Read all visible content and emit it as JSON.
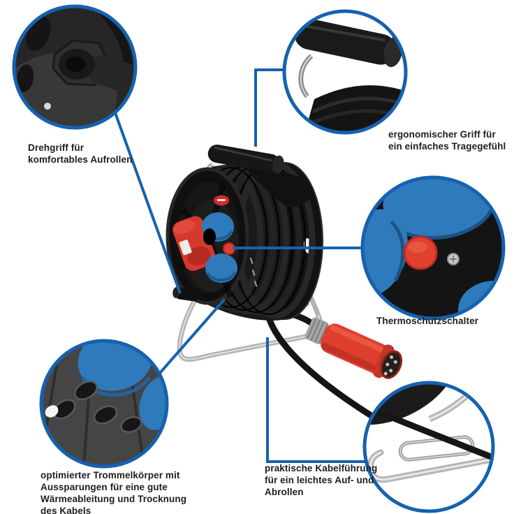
{
  "callouts": {
    "crank": {
      "label": "Drehgriff für\nkomfortables Aufrollen"
    },
    "handle": {
      "label": "ergonomischer Griff für\nein einfaches Tragegefühl"
    },
    "thermal": {
      "label": "Thermoschutzschalter"
    },
    "drum": {
      "label": "optimierter Trommelkörper mit\nAussparungen für eine gute\nWärmeableitung und Trocknung\ndes Kabels"
    },
    "cable_guide": {
      "label": "praktische Kabelführung\nfür ein leichtes Auf- und\nAbrollen"
    }
  },
  "colors": {
    "accent_blue": "#1562ae",
    "socket_blue": "#2e7abc",
    "plug_red": "#dd3e2e",
    "button_red": "#e2402f",
    "reel_black": "#141414",
    "drum_gray": "#454545",
    "chrome": "#b5b5b5",
    "background": "#ffffff",
    "text": "#1d1d1b"
  }
}
